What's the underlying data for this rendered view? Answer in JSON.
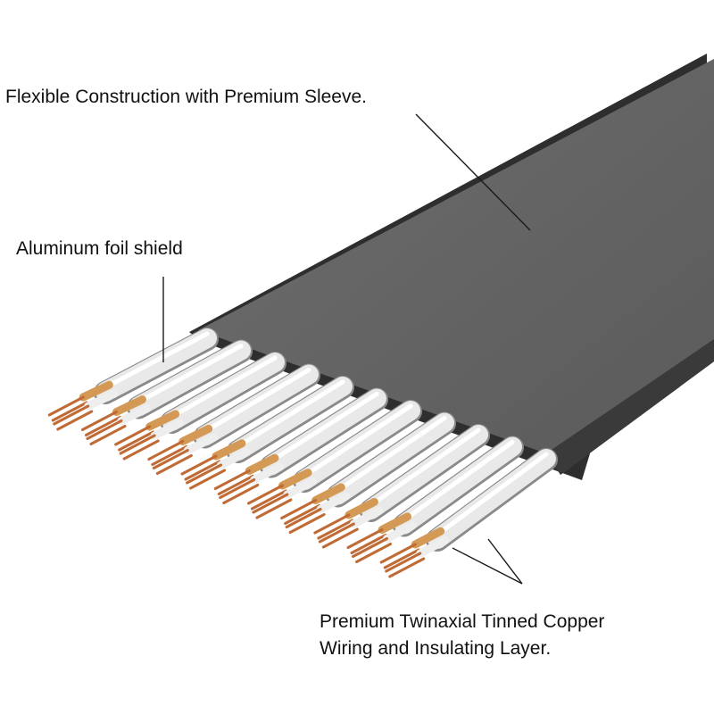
{
  "annotations": {
    "sleeve": "Flexible Construction with Premium Sleeve.",
    "foil_shield": "Aluminum foil shield",
    "wiring_line1": "Premium Twinaxial Tinned Copper",
    "wiring_line2": "Wiring and Insulating Layer."
  },
  "parts": {
    "sleeve_icon": "flat-cable-sleeve",
    "wire_pair_icon": "twinax-wire-pair",
    "pair_count": 11
  },
  "colors": {
    "sleeve": "#636363",
    "sleeve_edge": "#2b2b2b",
    "foil": "#e9e9e9",
    "copper": "#c06a35",
    "insulation": "#d49a55",
    "leader_line": "#1a1a1a"
  }
}
